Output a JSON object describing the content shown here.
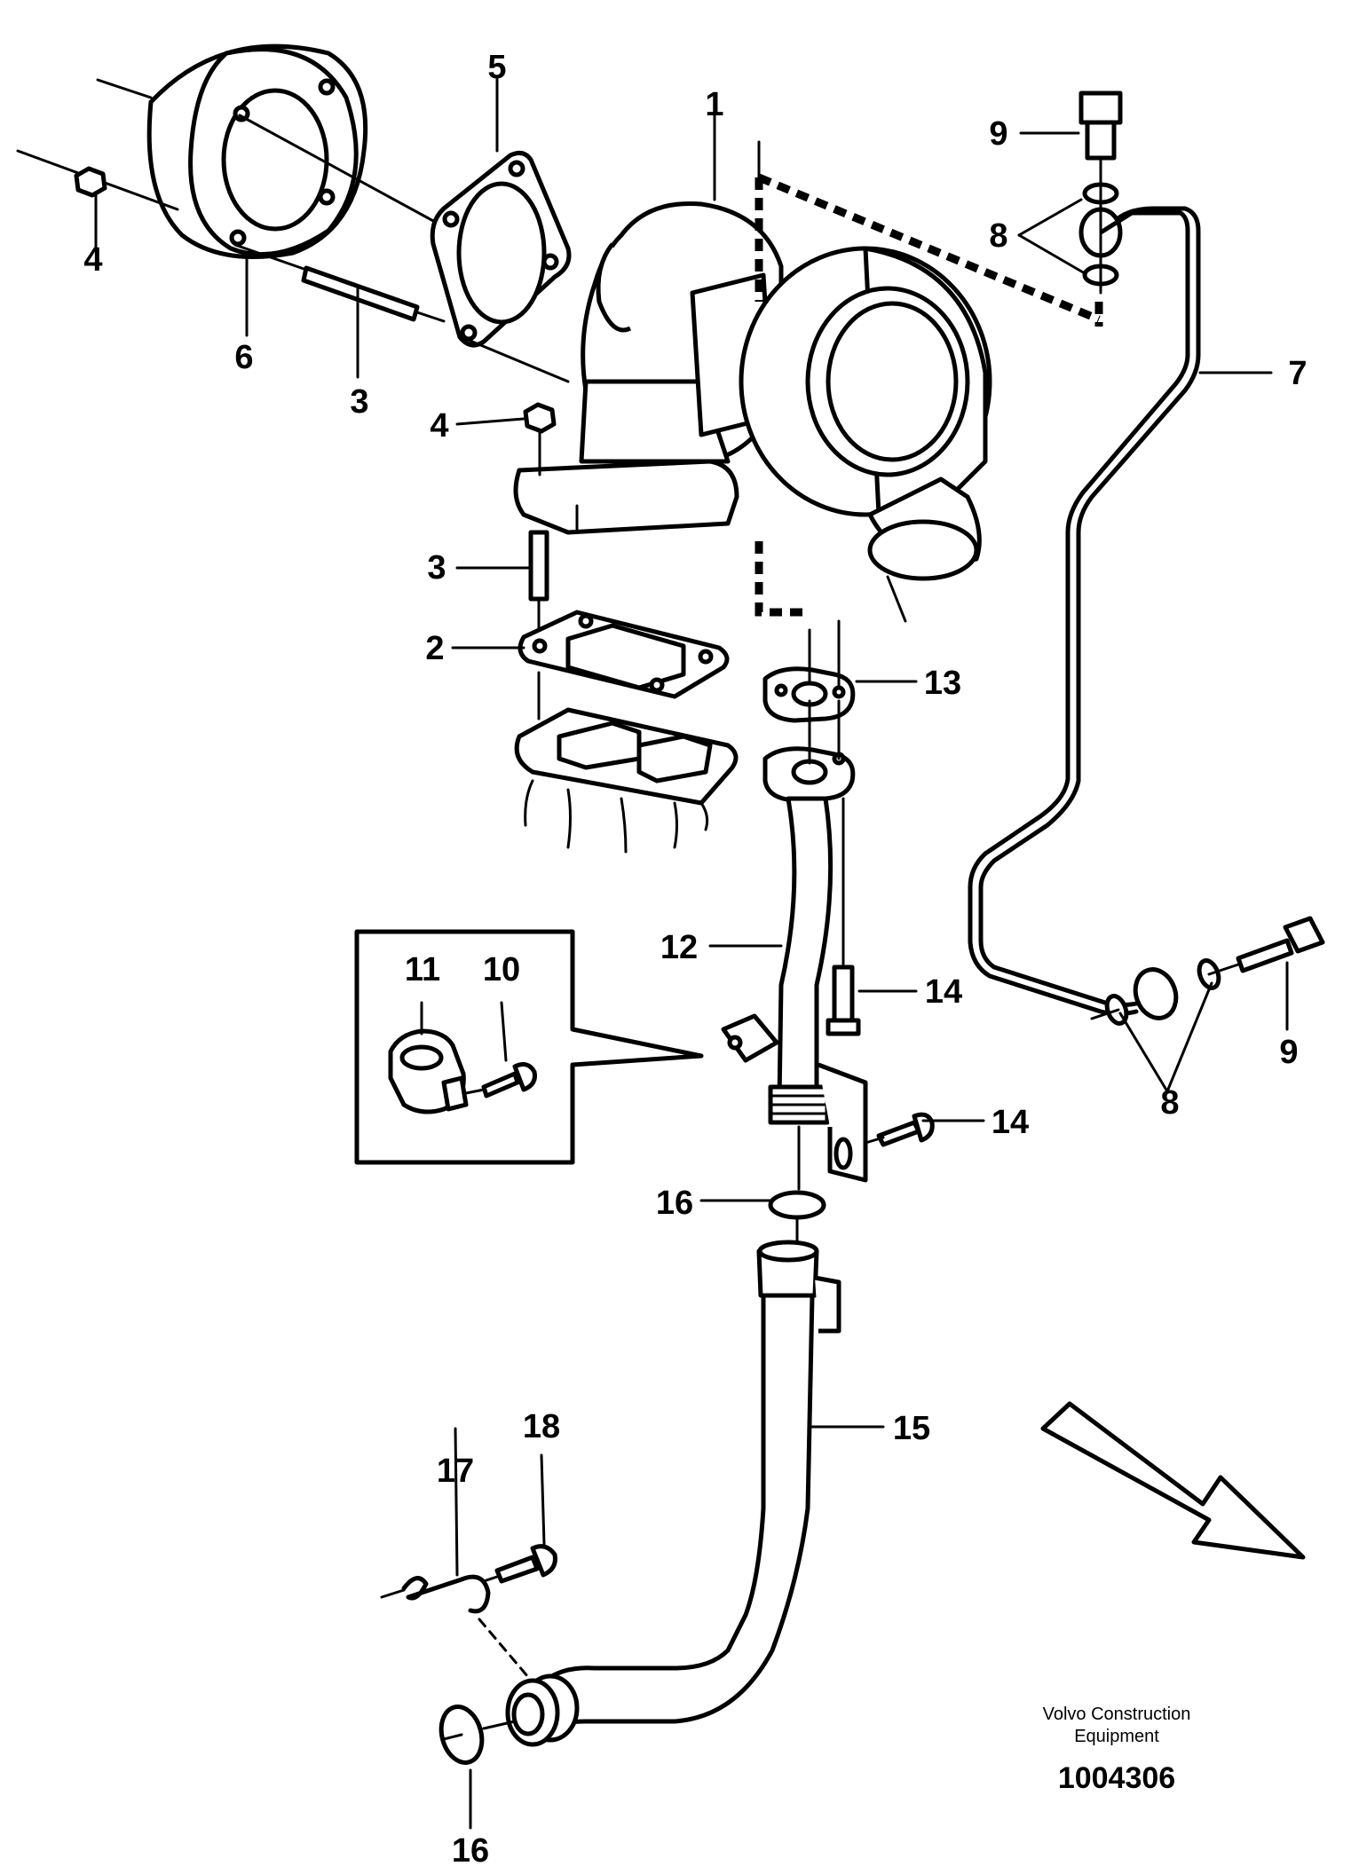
{
  "footer": {
    "company_line1": "Volvo Construction",
    "company_line2": "Equipment",
    "drawing_number": "1004306"
  },
  "callouts": [
    {
      "id": "c5",
      "text": "5"
    },
    {
      "id": "c1",
      "text": "1"
    },
    {
      "id": "c9top",
      "text": "9"
    },
    {
      "id": "c8top",
      "text": "8"
    },
    {
      "id": "c4left",
      "text": "4"
    },
    {
      "id": "c6",
      "text": "6"
    },
    {
      "id": "c3top",
      "text": "3"
    },
    {
      "id": "c4mid",
      "text": "4"
    },
    {
      "id": "c7",
      "text": "7"
    },
    {
      "id": "c3mid",
      "text": "3"
    },
    {
      "id": "c2",
      "text": "2"
    },
    {
      "id": "c13",
      "text": "13"
    },
    {
      "id": "c12",
      "text": "12"
    },
    {
      "id": "c11",
      "text": "11"
    },
    {
      "id": "c10",
      "text": "10"
    },
    {
      "id": "c14a",
      "text": "14"
    },
    {
      "id": "c14b",
      "text": "14"
    },
    {
      "id": "c9bot",
      "text": "9"
    },
    {
      "id": "c8bot",
      "text": "8"
    },
    {
      "id": "c16a",
      "text": "16"
    },
    {
      "id": "c15",
      "text": "15"
    },
    {
      "id": "c18",
      "text": "18"
    },
    {
      "id": "c17",
      "text": "17"
    },
    {
      "id": "c16b",
      "text": "16"
    }
  ]
}
